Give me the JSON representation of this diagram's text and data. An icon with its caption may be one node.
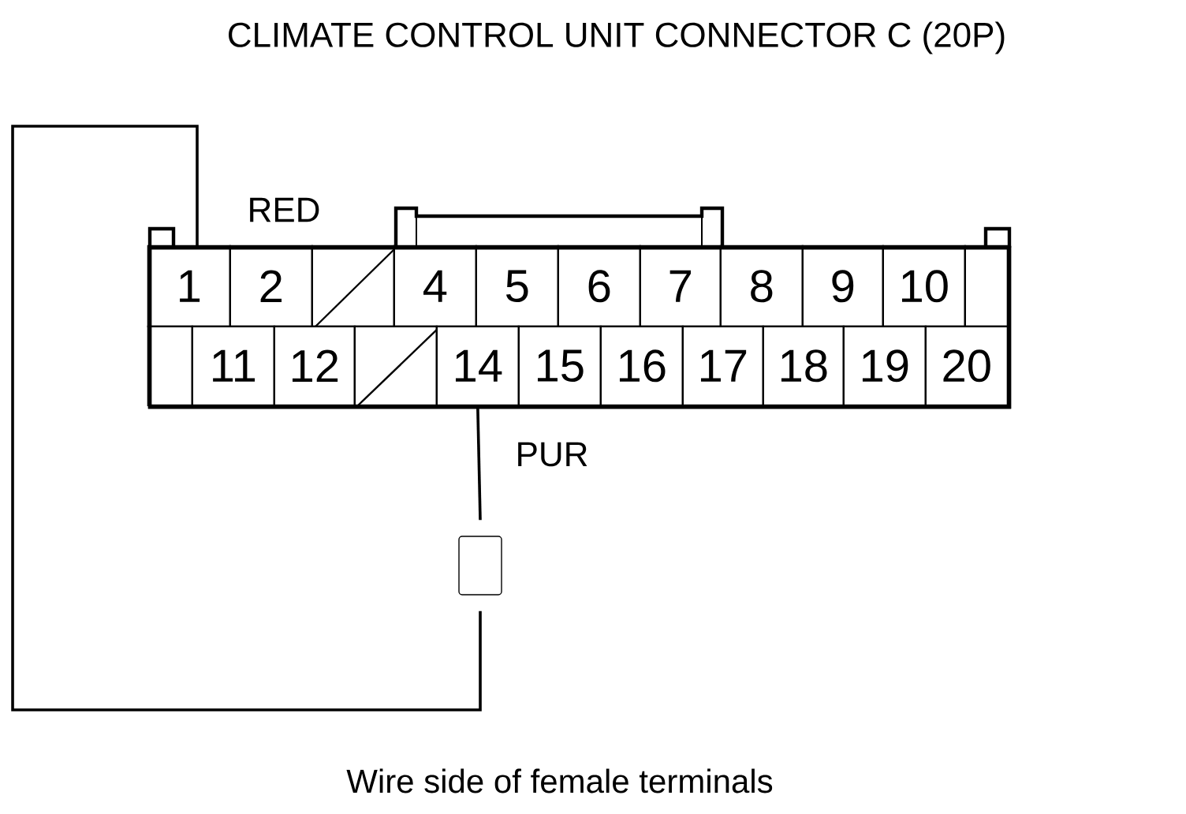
{
  "diagram": {
    "title": "CLIMATE CONTROL UNIT CONNECTOR C (20P)",
    "caption": "Wire side of female terminals",
    "nodes": [
      {
        "text": [],
        "shape": "box"
      },
      {
        "text": [
          "1"
        ],
        "in": 0
      },
      {
        "text": [
          "2"
        ],
        "in": 0
      },
      {
        "text": [],
        "shape": "slash",
        "in": 0
      },
      {
        "text": [
          "4"
        ],
        "in": 0
      },
      {
        "text": [
          "5"
        ],
        "in": 0
      },
      {
        "text": [
          "6"
        ],
        "in": 0
      },
      {
        "text": [
          "7"
        ],
        "in": 0
      },
      {
        "text": [
          "8"
        ],
        "in": 0
      },
      {
        "text": [
          "9"
        ],
        "in": 0
      },
      {
        "text": [
          "10"
        ],
        "in": 0
      },
      {
        "text": [],
        "shape": "box",
        "in": 0
      },
      {
        "text": [],
        "shape": "box",
        "in": 0
      },
      {
        "text": [
          "11"
        ],
        "in": 0
      },
      {
        "text": [
          "12"
        ],
        "in": 0
      },
      {
        "text": [],
        "shape": "slash",
        "in": 0
      },
      {
        "text": [
          "14"
        ],
        "in": 0
      },
      {
        "text": [
          "15"
        ],
        "in": 0
      },
      {
        "text": [
          "16"
        ],
        "in": 0
      },
      {
        "text": [
          "17"
        ],
        "in": 0
      },
      {
        "text": [
          "18"
        ],
        "in": 0
      },
      {
        "text": [
          "19"
        ],
        "in": 0
      },
      {
        "text": [
          "20"
        ],
        "in": 0
      },
      {
        "text": [],
        "shape": "box"
      }
    ],
    "edges": [
      {
        "from": 1,
        "to": 23,
        "arrow": "none",
        "label": "RED"
      },
      {
        "from": 16,
        "to": 23,
        "arrow": "none",
        "label": "PUR"
      }
    ]
  }
}
